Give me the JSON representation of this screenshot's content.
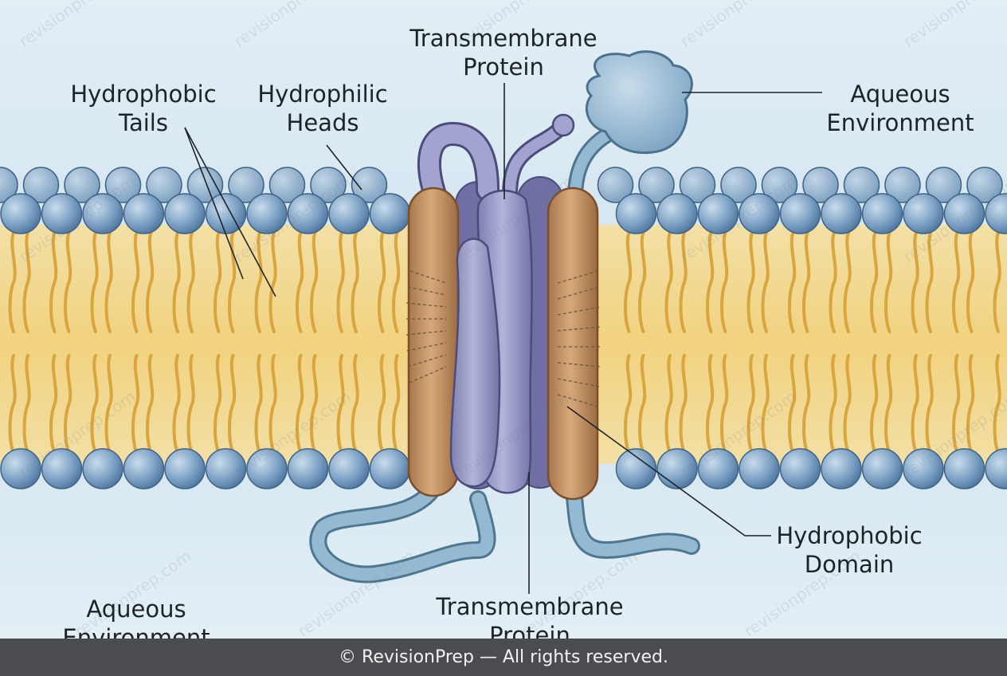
{
  "labels": {
    "hydrophobic_tails": [
      "Hydrophobic",
      "Tails"
    ],
    "hydrophilic_heads": [
      "Hydrophilic",
      "Heads"
    ],
    "transmembrane_protein_top": [
      "Transmembrane",
      "Protein"
    ],
    "aqueous_environment_top": [
      "Aqueous",
      "Environment"
    ],
    "hydrophobic_domain": [
      "Hydrophobic",
      "Domain"
    ],
    "transmembrane_protein_bottom": [
      "Transmembrane",
      "Protein"
    ],
    "aqueous_environment_bottom": [
      "Aqueous",
      "Environment"
    ]
  },
  "footer": {
    "copyright": "© RevisionPrep — All rights reserved."
  },
  "watermark": "revisionprep.com",
  "colors": {
    "background": "#dbe9f2",
    "lipid_head": "#7ea3c6",
    "lipid_tail": "#e6b84f",
    "core": "#f0d58a",
    "helix_orange": "#c99a6b",
    "helix_purple": "#9a9bc6",
    "loop_blue": "#8fb6cf",
    "footer_bg": "#4a4c4f"
  }
}
